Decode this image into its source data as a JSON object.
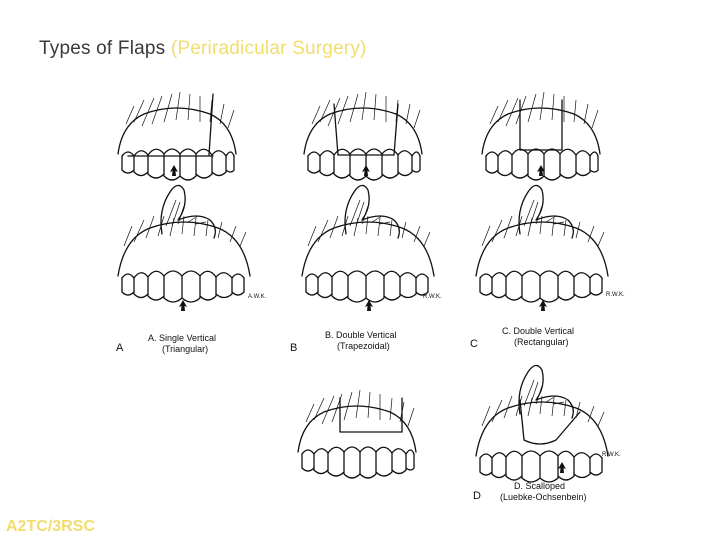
{
  "title": {
    "main": "Types of Flaps",
    "subtitle": "(Periradicular Surgery)"
  },
  "figure": {
    "panels": [
      {
        "letter": "A",
        "caption_line1": "A.  Single Vertical",
        "caption_line2": "(Triangular)",
        "signature": "A.W.K."
      },
      {
        "letter": "B",
        "caption_line1": "B.  Double Vertical",
        "caption_line2": "(Trapezoidal)",
        "signature": "R.W.K."
      },
      {
        "letter": "C",
        "caption_line1": "C.  Double Vertical",
        "caption_line2": "(Rectangular)",
        "signature": "R.W.K."
      },
      {
        "letter": "D",
        "caption_line1": "D.  Scalloped",
        "caption_line2": "(Luebke-Ochsenbein)",
        "signature": "R.W.K."
      }
    ]
  },
  "footer": {
    "text": "A2TC/3RSC"
  },
  "colors": {
    "title": "#3a3a3a",
    "accent": "#f1dd6e",
    "ink": "#111111"
  }
}
